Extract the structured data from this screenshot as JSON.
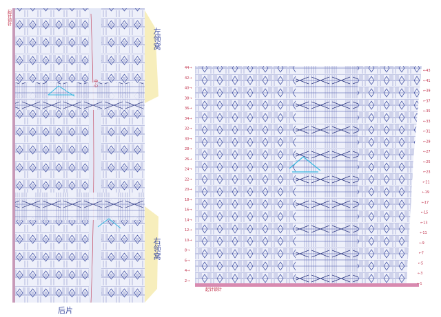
{
  "left_chart": {
    "label_top": "左领窝",
    "label_bottom": "右领窝",
    "label_base": "后片",
    "side_note": "起针锁针",
    "center_note": "中心"
  },
  "right_chart": {
    "left_rows": [
      44,
      42,
      40,
      38,
      36,
      34,
      32,
      30,
      28,
      26,
      24,
      22,
      20,
      18,
      16,
      14,
      12,
      10,
      8,
      6,
      4,
      2
    ],
    "right_rows": [
      43,
      41,
      39,
      37,
      35,
      33,
      31,
      29,
      27,
      25,
      23,
      21,
      19,
      17,
      15,
      13,
      11,
      9,
      7,
      5,
      3,
      1
    ],
    "base_note": "起针锁针"
  },
  "colors": {
    "grid": "#3a4aa0",
    "accent": "#35b8e0",
    "highlight": "#f3e7a0",
    "mark": "#c0304a"
  }
}
